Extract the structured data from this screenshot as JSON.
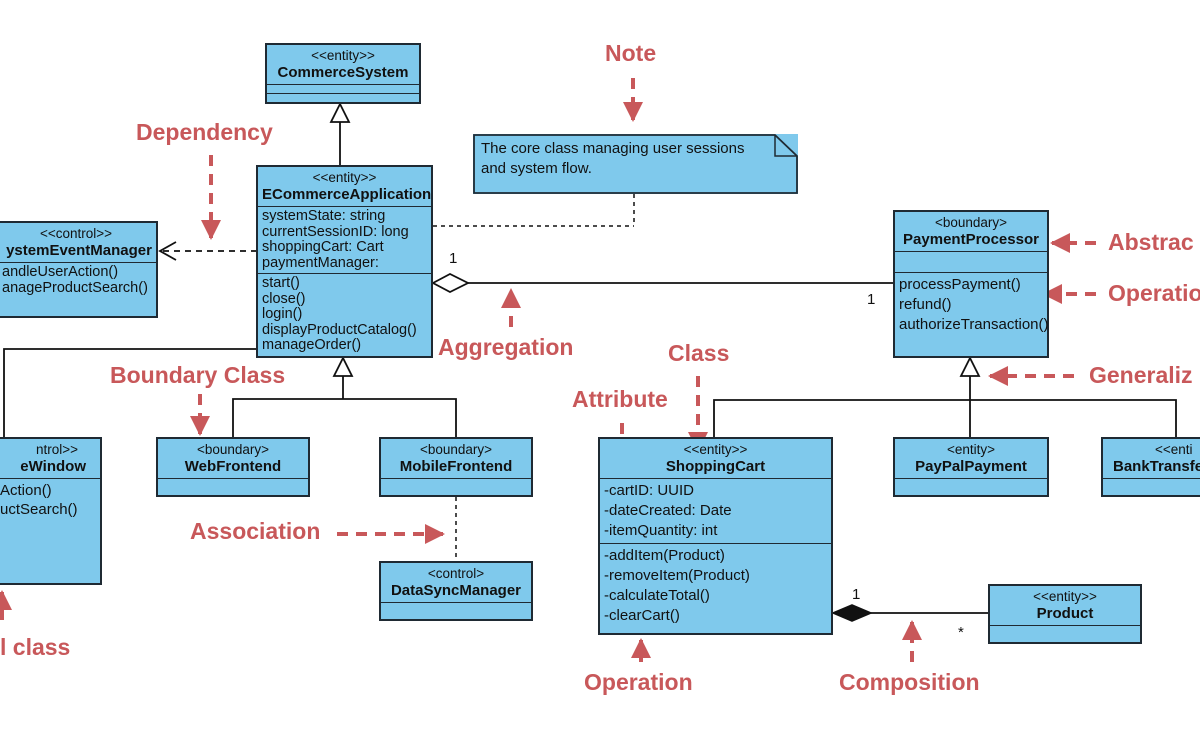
{
  "diagram": {
    "classes": {
      "commerce_system": {
        "stereotype": "<<entity>>",
        "name": "CommerceSystem"
      },
      "ecommerce_application": {
        "stereotype": "<<entity>>",
        "name": "ECommerceApplication",
        "attributes": [
          "systemState: string",
          "currentSessionID: long",
          "shoppingCart: Cart",
          "paymentManager:"
        ],
        "operations": [
          "start()",
          "close()",
          "login()",
          "displayProductCatalog()",
          "manageOrder()"
        ]
      },
      "system_event_manager": {
        "stereotype": "<<control>>",
        "name": "ystemEventManager",
        "operations": [
          "andleUserAction()",
          "anageProductSearch()"
        ]
      },
      "left_window": {
        "stereotype": "ntrol>>",
        "name": "eWindow",
        "operations": [
          "Action()",
          "uctSearch()"
        ]
      },
      "web_frontend": {
        "stereotype": "<boundary>",
        "name": "WebFrontend"
      },
      "mobile_frontend": {
        "stereotype": "<boundary>",
        "name": "MobileFrontend"
      },
      "data_sync_manager": {
        "stereotype": "<control>",
        "name": "DataSyncManager"
      },
      "shopping_cart": {
        "stereotype": "<<entity>>",
        "name": "ShoppingCart",
        "attributes": [
          "-cartID: UUID",
          "-dateCreated: Date",
          "-itemQuantity: int"
        ],
        "operations": [
          "-addItem(Product)",
          "-removeItem(Product)",
          "-calculateTotal()",
          "-clearCart()"
        ]
      },
      "product": {
        "stereotype": "<<entity>>",
        "name": "Product"
      },
      "payment_processor": {
        "stereotype": "<boundary>",
        "name": "PaymentProcessor",
        "operations": [
          "processPayment()",
          "refund()",
          "authorizeTransaction()"
        ]
      },
      "paypal_payment": {
        "stereotype": "<entity>",
        "name": "PayPalPayment"
      },
      "bank_transfer": {
        "stereotype": "<<enti",
        "name": "BankTransfe"
      }
    },
    "note": {
      "text": "The core class managing user sessions\nand system flow."
    },
    "multiplicities": {
      "aggregation_app_end": "1",
      "aggregation_payment_end": "1",
      "composition_cart_end": "1",
      "composition_product_end": "*"
    },
    "annotations": {
      "note": "Note",
      "dependency": "Dependency",
      "abstract": "Abstrac",
      "operation_right": "Operatio",
      "aggregation": "Aggregation",
      "class": "Class",
      "boundary_class": "Boundary Class",
      "attribute": "Attribute",
      "generalization": "Generaliz",
      "association": "Association",
      "control_class": "l class",
      "operation_bottom": "Operation",
      "composition": "Composition"
    },
    "colors": {
      "class_fill": "#7fc9ec",
      "class_border": "#1f2a33",
      "annotation": "#c8585a"
    }
  }
}
